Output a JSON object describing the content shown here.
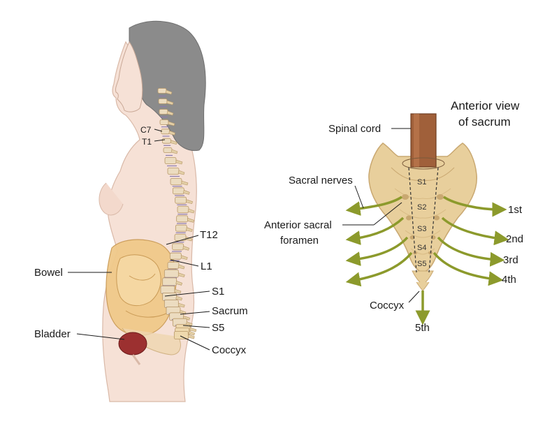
{
  "side_view": {
    "vertebra_labels": {
      "c7": "C7",
      "t1": "T1",
      "t12": "T12",
      "l1": "L1",
      "s1": "S1",
      "sacrum": "Sacrum",
      "s5": "S5",
      "coccyx": "Coccyx"
    },
    "organ_labels": {
      "bowel": "Bowel",
      "bladder": "Bladder"
    }
  },
  "anterior_view": {
    "title_line1": "Anterior view",
    "title_line2": "of sacrum",
    "spinal_cord": "Spinal cord",
    "sacral_nerves": "Sacral nerves",
    "foramen_line1": "Anterior sacral",
    "foramen_line2": "foramen",
    "coccyx": "Coccyx",
    "segments": [
      "S1",
      "S2",
      "S3",
      "S4",
      "S5"
    ],
    "nerves": [
      "1st",
      "2nd",
      "3rd",
      "4th",
      "5th"
    ]
  },
  "colors": {
    "skin": "#f6e1d6",
    "hair": "#8b8b8b",
    "bone": "#e8cf9c",
    "bone_dark": "#c9a871",
    "bowel": "#f0c98a",
    "bladder": "#9c3030",
    "nerve_arrow": "#8c9a2c",
    "spinal_cord": "#a0603a"
  }
}
